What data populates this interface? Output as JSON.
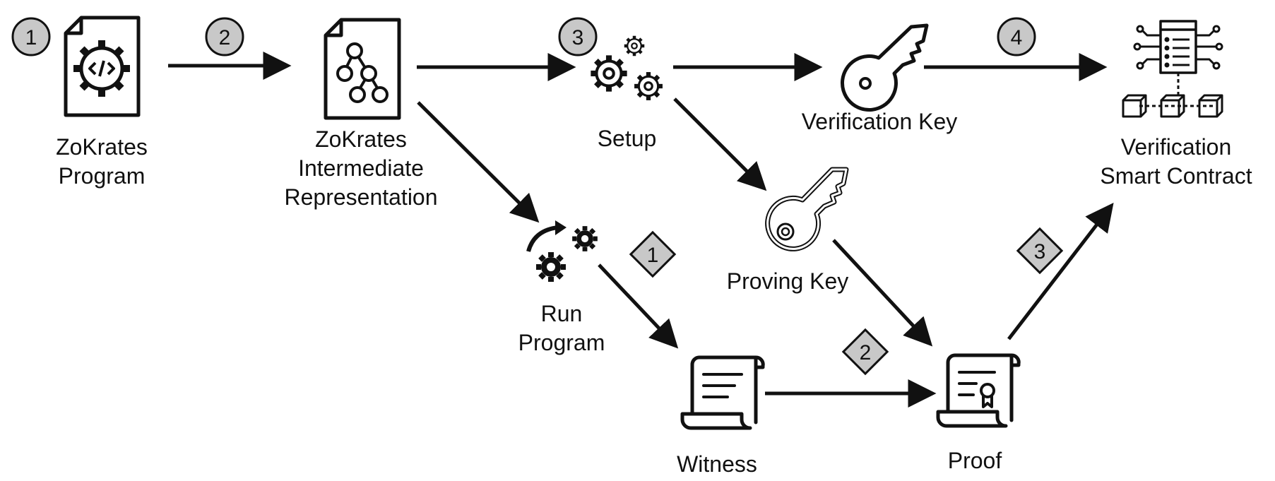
{
  "nodes": {
    "zokrates_program": {
      "lines": [
        "ZoKrates",
        "Program"
      ],
      "icon": "gear-code-document-icon"
    },
    "zokrates_ir": {
      "lines": [
        "ZoKrates",
        "Intermediate",
        "Representation"
      ],
      "icon": "tree-document-icon"
    },
    "setup": {
      "lines": [
        "Setup"
      ],
      "icon": "gears-icon"
    },
    "verification_key": {
      "lines": [
        "Verification Key"
      ],
      "icon": "key-icon"
    },
    "verification_contract": {
      "lines": [
        "Verification",
        "Smart Contract"
      ],
      "icon": "smart-contract-blocks-icon"
    },
    "run_program": {
      "lines": [
        "Run",
        "Program"
      ],
      "icon": "run-gears-icon"
    },
    "proving_key": {
      "lines": [
        "Proving Key"
      ],
      "icon": "outline-key-icon"
    },
    "witness": {
      "lines": [
        "Witness"
      ],
      "icon": "scroll-icon"
    },
    "proof": {
      "lines": [
        "Proof"
      ],
      "icon": "certificate-scroll-icon"
    }
  },
  "steps_circle": [
    "1",
    "2",
    "3",
    "4"
  ],
  "steps_diamond": [
    "1",
    "2",
    "3"
  ],
  "colors": {
    "badge_fill": "#c8c8c8",
    "stroke": "#111111",
    "background": "#ffffff"
  }
}
